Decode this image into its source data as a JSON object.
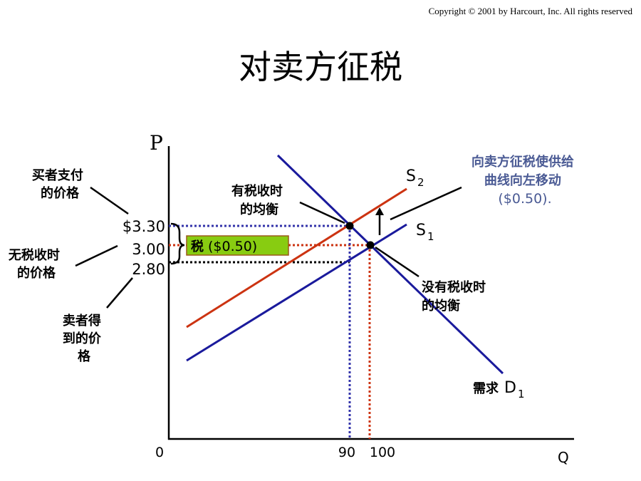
{
  "copyright": "Copyright © 2001 by Harcourt, Inc. All rights reserved",
  "title": "对卖方征税",
  "axes": {
    "y_label": "P",
    "x_label": "Q",
    "origin": "0"
  },
  "price_ticks": [
    "$3.30",
    "3.00",
    "2.80"
  ],
  "quantity_ticks": [
    "90",
    "100"
  ],
  "curves": {
    "s2": {
      "letter": "S",
      "sub": "2"
    },
    "s1": {
      "letter": "S",
      "sub": "1"
    },
    "d1": {
      "prefix": "需求",
      "letter": "D",
      "sub": "1"
    }
  },
  "tax_box": {
    "prefix": "税",
    "value": "($0.50)",
    "color": "#88cc11"
  },
  "labels": {
    "buyer_price": [
      "买者支付",
      "的价格"
    ],
    "no_tax_price": [
      "无税收时",
      "的价格"
    ],
    "seller_price": [
      "卖者得",
      "到的价",
      "格"
    ],
    "tax_equilibrium": [
      "有税收时",
      "的均衡"
    ],
    "no_tax_equilibrium": [
      "没有税收时",
      "的均衡"
    ],
    "shift_note": [
      "向卖方征税使供给",
      "曲线向左移动",
      "($0.50)."
    ]
  },
  "colors": {
    "supply_original": "#1a1a9c",
    "supply_taxed": "#cc3311",
    "demand": "#1a1a9c",
    "note": "#4a5a94"
  }
}
